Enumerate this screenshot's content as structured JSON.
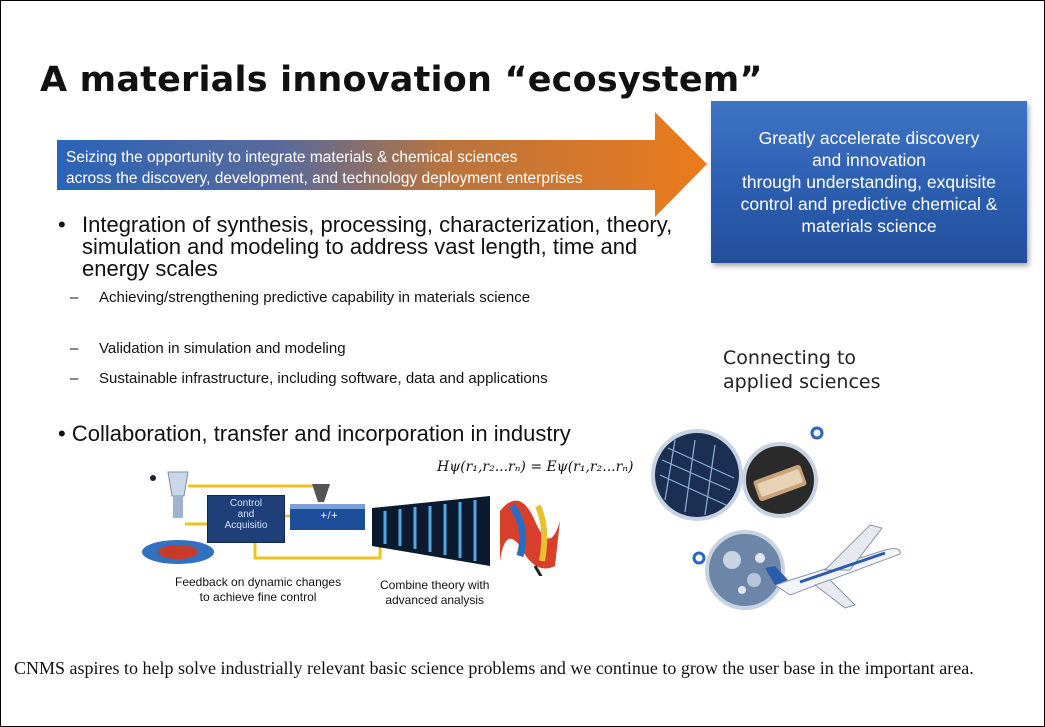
{
  "slide": {
    "title": "A materials innovation “ecosystem”",
    "arrow_text": {
      "line1": "Seizing the opportunity to integrate materials & chemical sciences",
      "line2": "across the discovery, development, and technology deployment enterprises"
    },
    "goal_box": {
      "lines": [
        "Greatly accelerate discovery",
        "and innovation",
        "through understanding, exquisite",
        "control and predictive chemical &",
        "materials science"
      ]
    },
    "bullets": {
      "main1": "Integration of synthesis, processing, characterization, theory, simulation and modeling to address vast length, time and energy scales",
      "sub": [
        "Achieving/strengthening predictive capability in materials science",
        "Validation in simulation and modeling",
        "Sustainable infrastructure, including software, data and applications"
      ],
      "main2": "Collaboration, transfer and incorporation in industry"
    },
    "connecting_text": {
      "line1": "Connecting to",
      "line2": "applied sciences"
    },
    "diagram": {
      "control_box": {
        "line1": "Control",
        "line2": "and",
        "line3": "Acquisitio"
      },
      "equation": "Hψ(r₁,r₂...rₙ) = Eψ(r₁,r₂...rₙ)",
      "caption_left": {
        "line1": "Feedback on dynamic changes",
        "line2": "to achieve fine control"
      },
      "caption_right": {
        "line1": "Combine theory with",
        "line2": "advanced analysis"
      }
    },
    "colors": {
      "arrow_start": "#2a63b8",
      "arrow_end": "#e87a1e",
      "goal_box": "#2f64b6"
    }
  },
  "footer_text": "CNMS aspires to help solve industrially relevant basic science problems and we continue to grow the user base in the important area."
}
